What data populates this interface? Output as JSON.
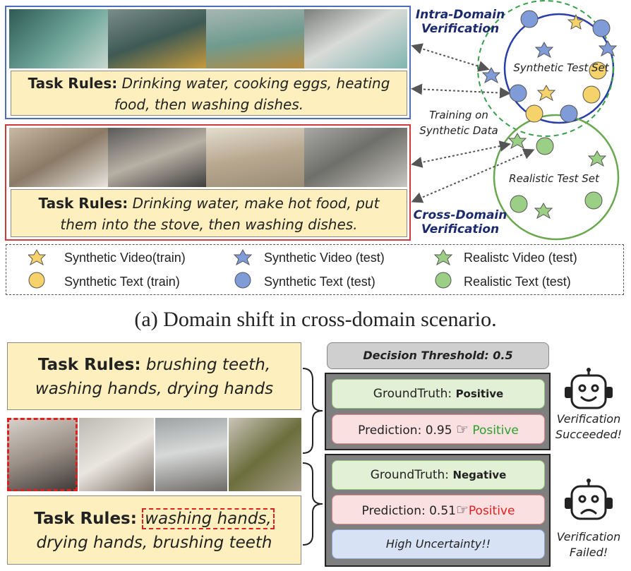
{
  "top": {
    "rules_synthetic": {
      "label": "Task Rules:",
      "text_line1": "Drinking water, cooking eggs, heating",
      "text_line2": "food, then washing dishes."
    },
    "rules_realistic": {
      "label": "Task Rules:",
      "text_line1": "Drinking water, make hot food, put",
      "text_line2": "them into the stove, then washing dishes."
    },
    "intra_domain": {
      "line1": "Intra-Domain",
      "line2": "Verification"
    },
    "cross_domain": {
      "line1": "Cross-Domain",
      "line2": "Verification"
    },
    "training_note": {
      "line1": "Training on",
      "line2": "Synthetic Data"
    },
    "synthetic_set": "Synthetic Test Set",
    "realistic_set": "Realistic Test Set"
  },
  "legend": {
    "synthetic_video_train": "Synthetic Video(train)",
    "synthetic_text_train": "Synthetic Text (train)",
    "synthetic_video_test": "Synthetic Video (test)",
    "synthetic_text_test": "Synthetic Text (test)",
    "realistic_video_test": "Realistc Video (test)",
    "realistic_text_test": "Realistic Text (test)"
  },
  "caption_a": "(a) Domain shift in cross-domain scenario.",
  "bottom": {
    "threshold": "Decision Threshold: 0.5",
    "rules_1": {
      "label": "Task Rules:",
      "line1": "brushing teeth,",
      "line2": "washing hands, drying hands"
    },
    "rules_2": {
      "label": "Task Rules:",
      "highlight": "washing hands,",
      "line2": "drying hands, brushing teeth"
    },
    "case_1": {
      "gt_label": "GroundTruth:",
      "gt_value": "Positive",
      "pred_label": "Prediction: 0.95",
      "pred_value": "Positive",
      "robot_line1": "Verification",
      "robot_line2": "Succeeded!"
    },
    "case_2": {
      "gt_label": "GroundTruth:",
      "gt_value": "Negative",
      "pred_label": "Prediction: 0.51",
      "pred_value": "Positive",
      "uncertainty": "High Uncertainty!!",
      "robot_line1": "Verification",
      "robot_line2": "Failed!"
    }
  },
  "colors": {
    "blue_frame": "#4a6fb8",
    "red_frame": "#d23a3a",
    "rule_fill": "#fdf0be",
    "positive_ok": "#2ca02c",
    "positive_bad": "#e02020",
    "star_yellow": "#f5d36a",
    "star_blue": "#7f9bd8",
    "star_green": "#9ccf86"
  }
}
